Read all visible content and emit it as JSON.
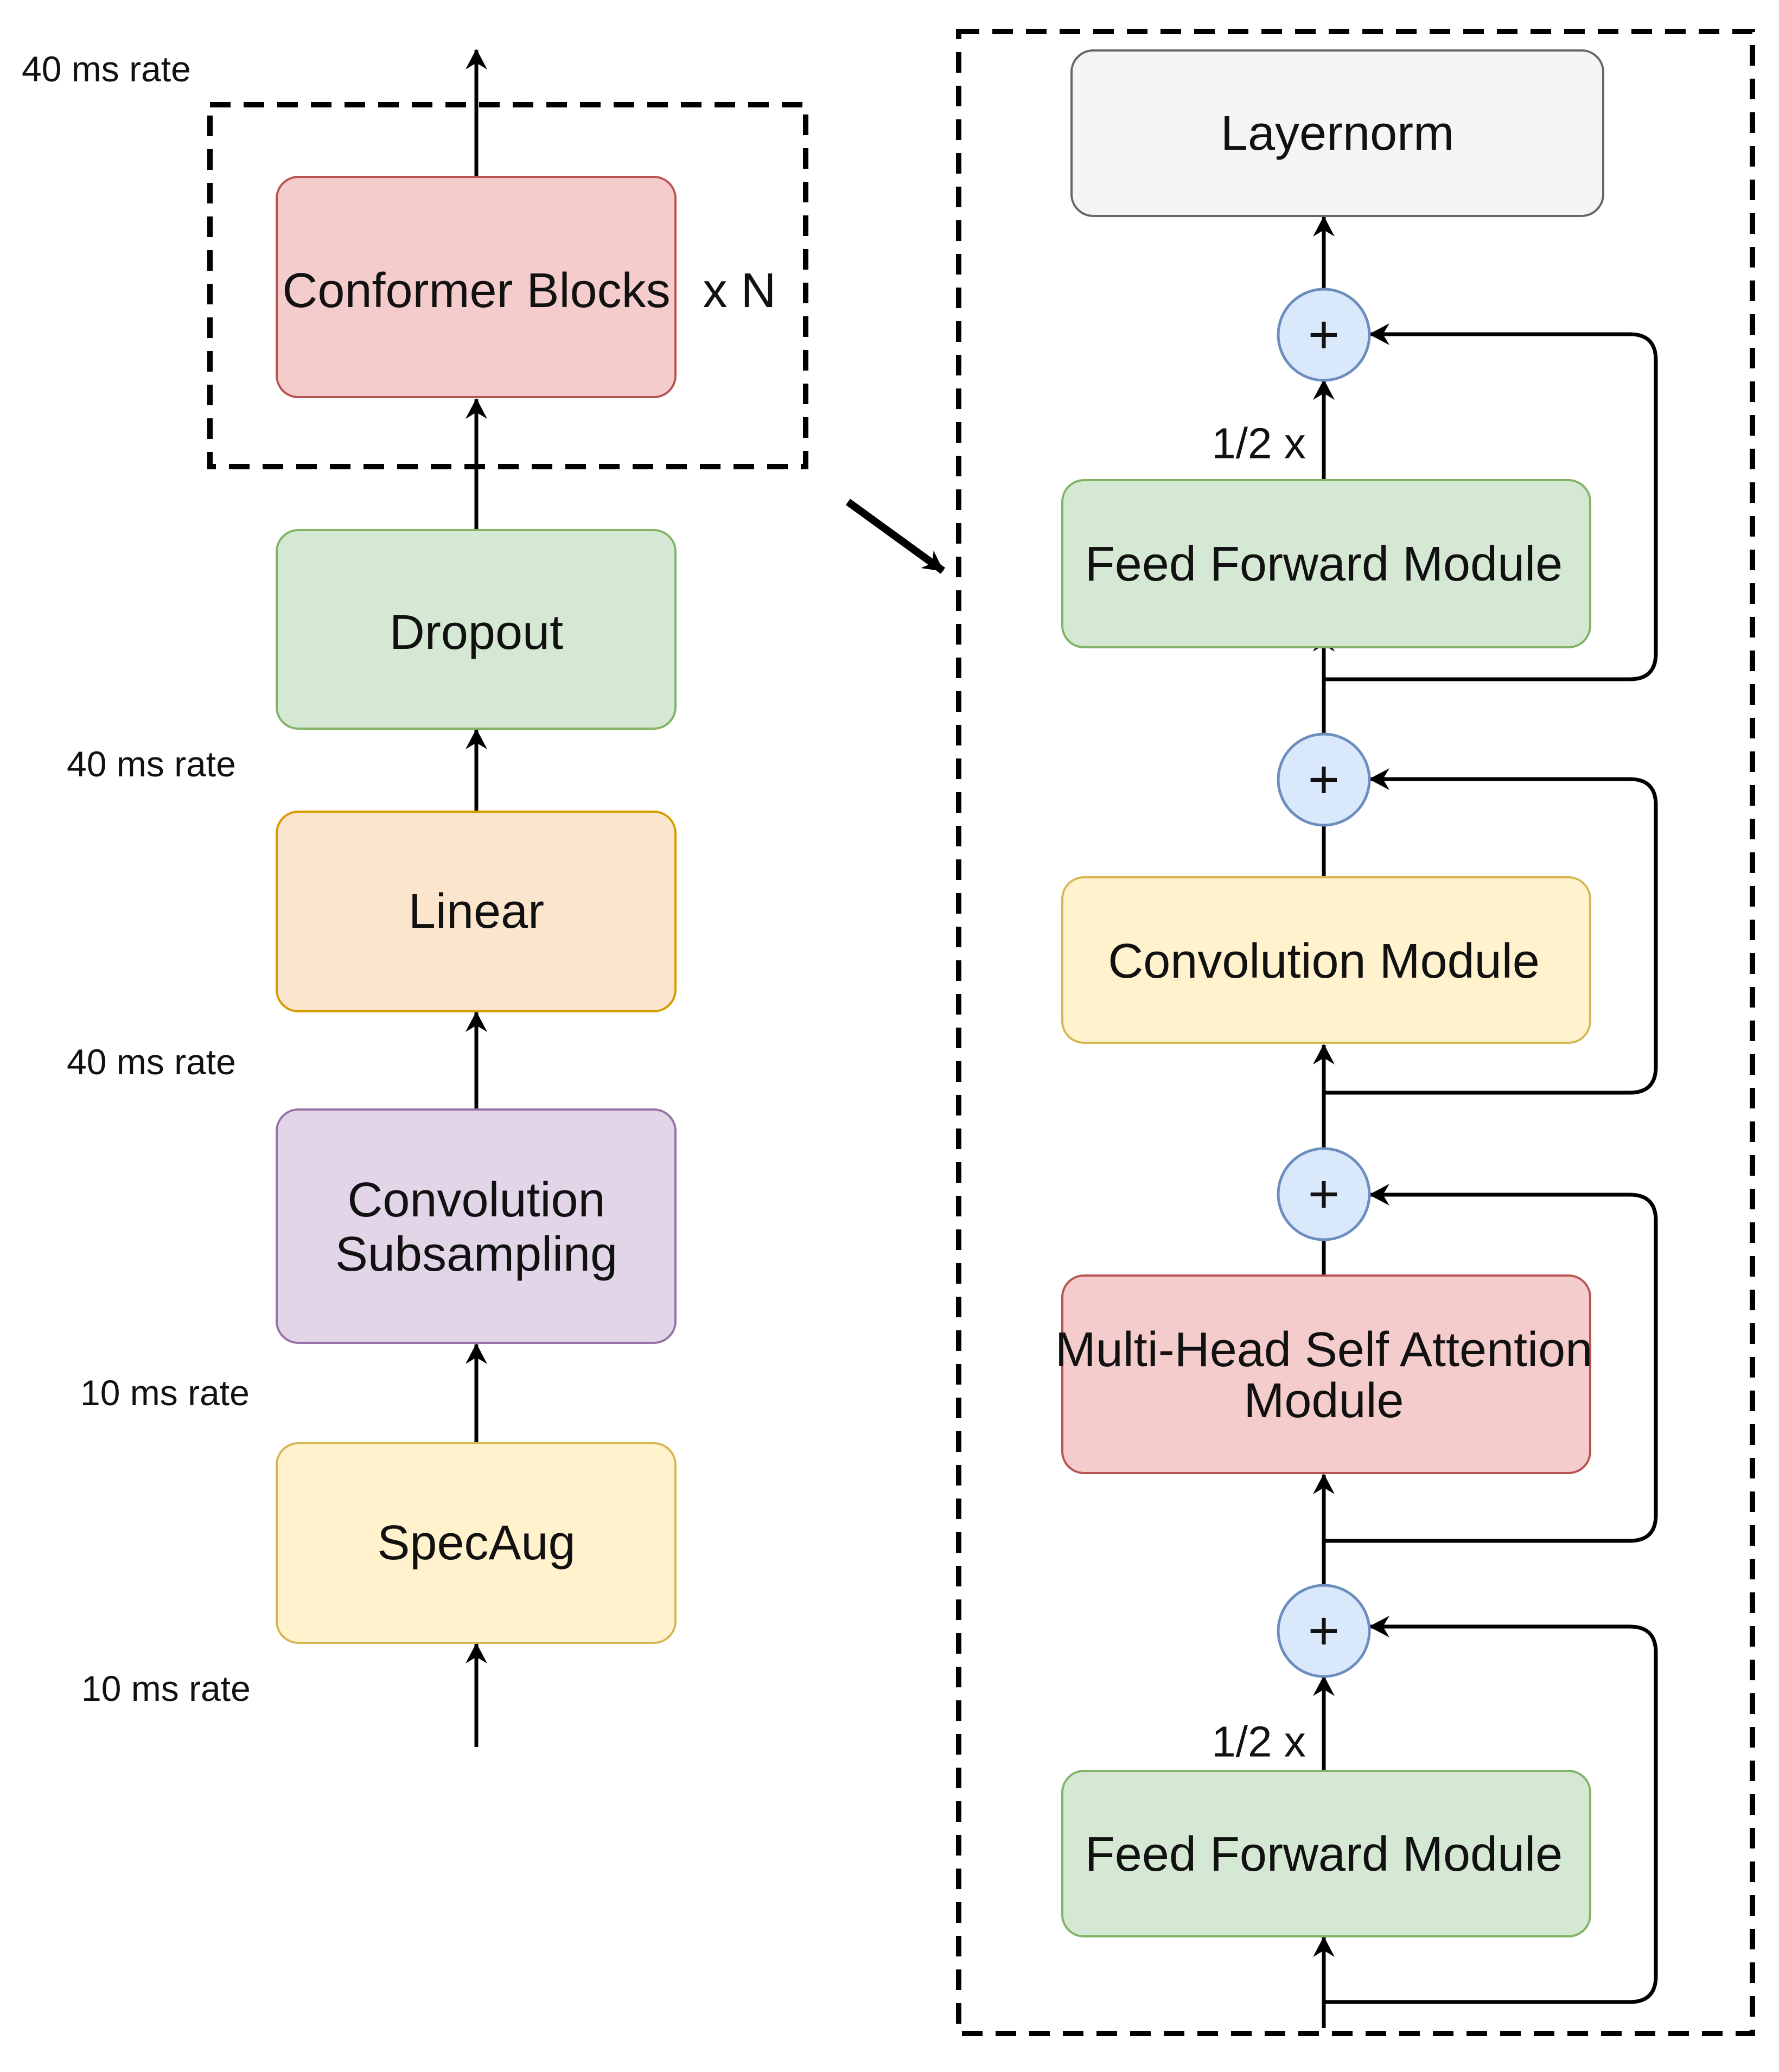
{
  "encoder": {
    "blocks": [
      {
        "id": "specaug",
        "label": "SpecAug",
        "fill": "#fff2cc",
        "stroke": "#d6b656"
      },
      {
        "id": "conv-subsampling",
        "lines": [
          "Convolution",
          "Subsampling"
        ],
        "fill": "#e1d5e7",
        "stroke": "#9673a6"
      },
      {
        "id": "linear",
        "label": "Linear",
        "fill": "#fce5cd",
        "stroke": "#d79b00"
      },
      {
        "id": "dropout",
        "label": "Dropout",
        "fill": "#d5e8d4",
        "stroke": "#82b366"
      },
      {
        "id": "conformer-blocks",
        "label": "Conformer Blocks",
        "fill": "#f4cccc",
        "stroke": "#b85450"
      }
    ],
    "repeat_label": "x N",
    "rate_labels": {
      "output": "40 ms rate",
      "after_linear": "40 ms rate",
      "after_subsampling": "40 ms rate",
      "after_specaug": "10 ms rate",
      "input": "10 ms rate"
    }
  },
  "conformer_block": {
    "modules": {
      "layernorm": {
        "label": "Layernorm",
        "fill": "#f5f5f5",
        "stroke": "#666666"
      },
      "ffn_top": {
        "label": "Feed Forward Module",
        "fill": "#d5e8d4",
        "stroke": "#82b366"
      },
      "conv": {
        "label": "Convolution Module",
        "fill": "#fff2cc",
        "stroke": "#d6b656"
      },
      "mhsa": {
        "lines": [
          "Multi-Head Self Attention",
          "Module"
        ],
        "fill": "#f4cccc",
        "stroke": "#b85450"
      },
      "ffn_bottom": {
        "label": "Feed Forward Module",
        "fill": "#d5e8d4",
        "stroke": "#82b366"
      }
    },
    "adder": {
      "symbol": "+",
      "fill": "#dae8fc",
      "stroke": "#6c8ebf"
    },
    "half_labels": [
      "1/2 x",
      "1/2 x"
    ]
  }
}
